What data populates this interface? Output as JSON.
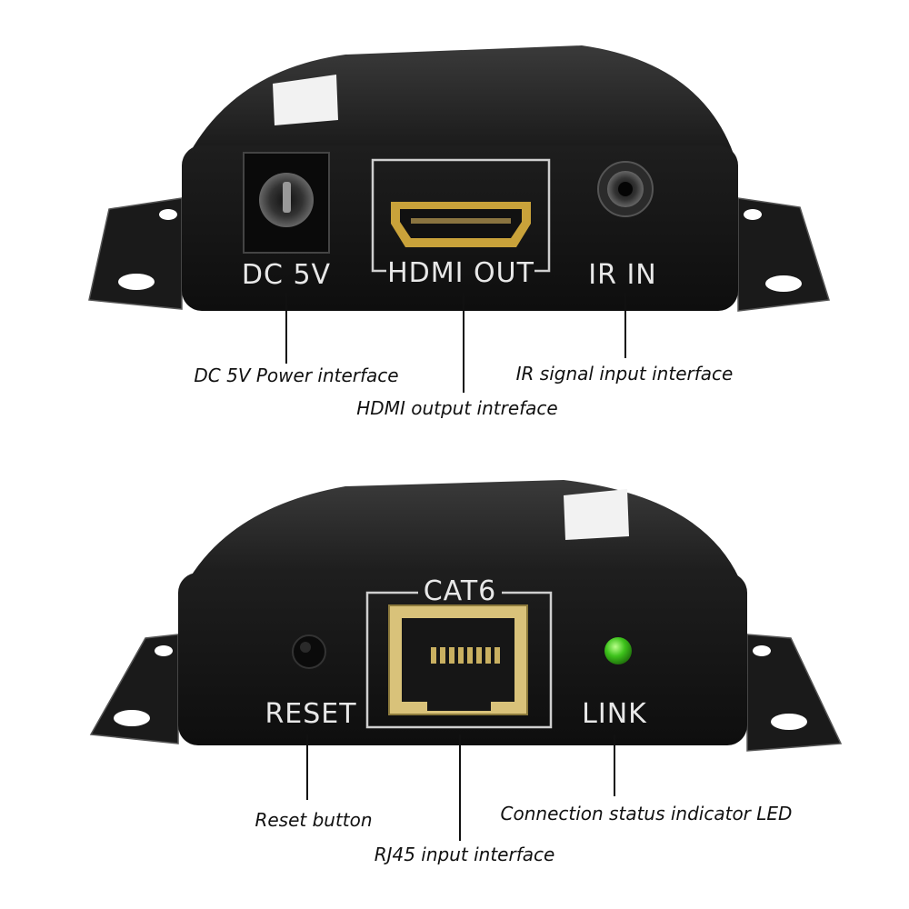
{
  "top_unit": {
    "ports": {
      "power_label": "DC 5V",
      "hdmi_label": "HDMI OUT",
      "ir_label": "IR IN"
    },
    "callouts": {
      "power": "DC 5V Power interface",
      "hdmi": "HDMI output intreface",
      "ir": "IR signal input interface"
    }
  },
  "bottom_unit": {
    "ports": {
      "cat_label": "CAT6",
      "reset_label": "RESET",
      "link_label": "LINK"
    },
    "callouts": {
      "reset": "Reset button",
      "rj45": "RJ45 input interface",
      "link": "Connection status indicator LED"
    }
  },
  "colors": {
    "body": "#1b1b1b",
    "face": "#141414",
    "label_white": "#e8e8e8",
    "hdmi_gold": "#c9a23a",
    "rj45_gold": "#d9c27a",
    "led_green": "#3dc21b"
  }
}
